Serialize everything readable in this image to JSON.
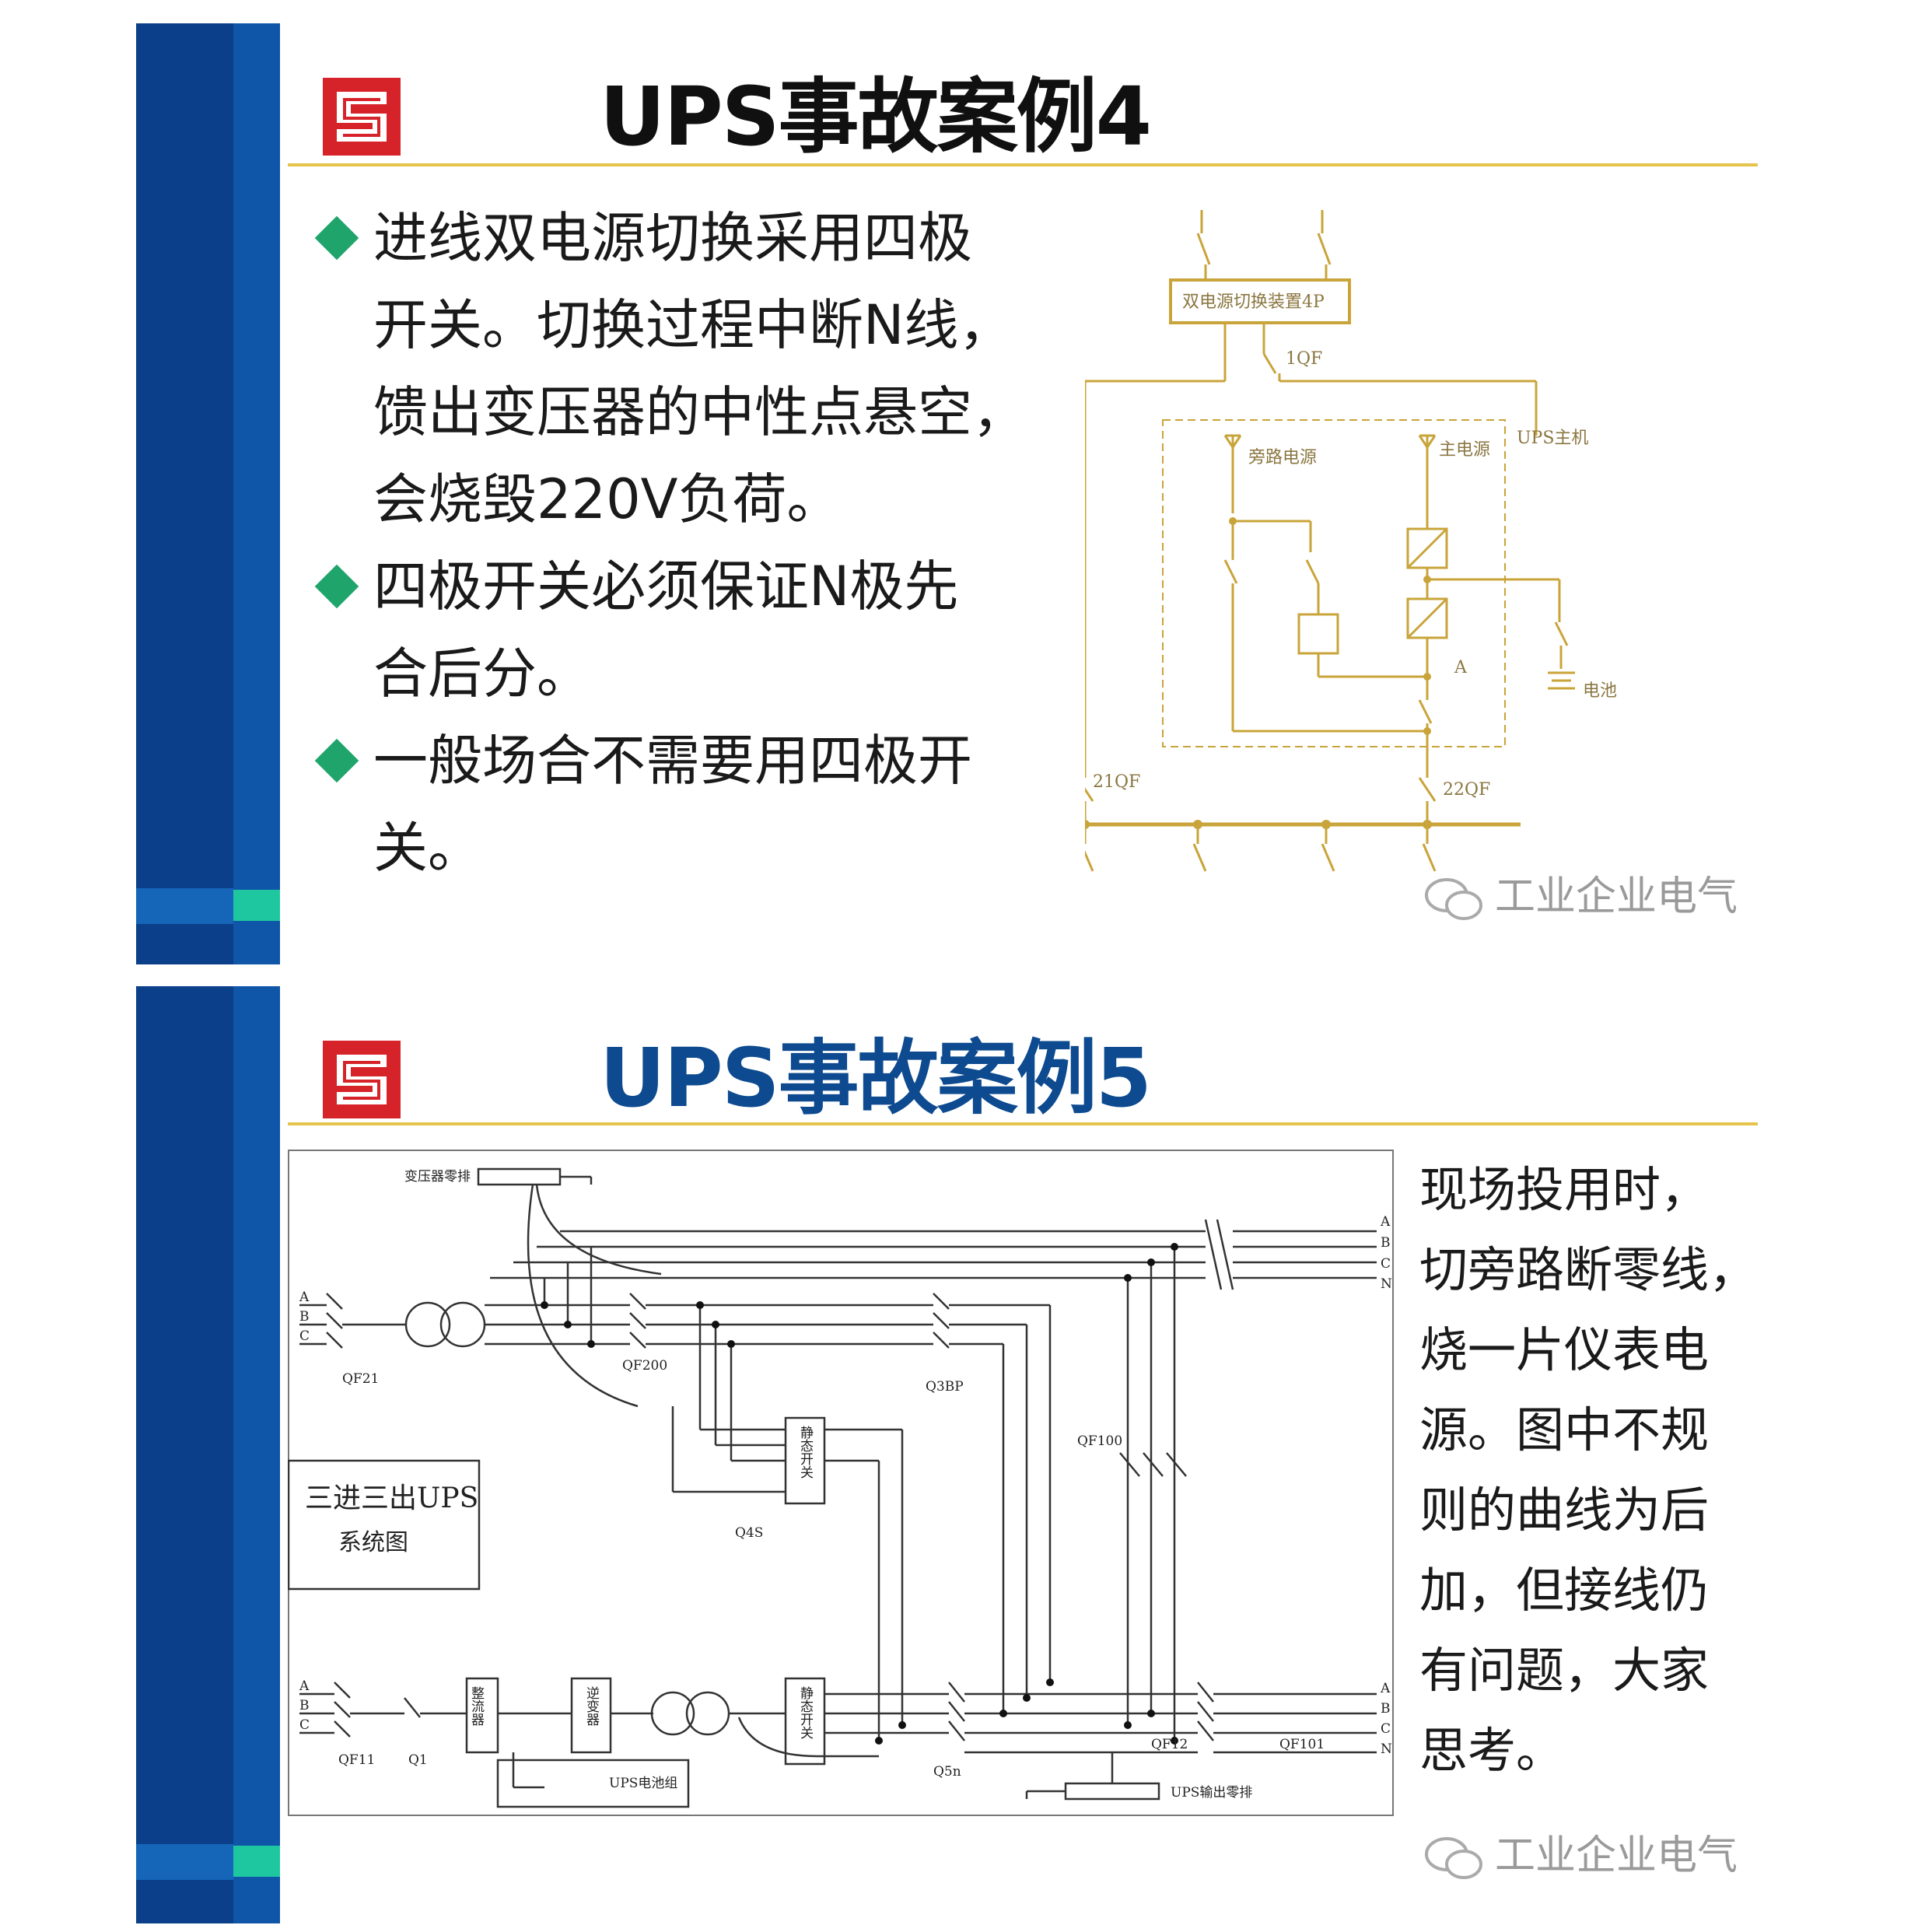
{
  "slide1": {
    "title": "UPS事故案例4",
    "bullets": [
      "进线双电源切换采用四极开关。切换过程中断N线，馈出变压器的中性点悬空，会烧毁220V负荷。",
      "四极开关必须保证N极先合后分。",
      "一般场合不需要用四极开关。"
    ],
    "bullet_lines": [
      [
        "进线双电源切换采用四极",
        "开关。切换过程中断N线，",
        "馈出变压器的中性点悬空，",
        "会烧毁220V负荷。"
      ],
      [
        "四极开关必须保证N极先",
        "合后分。"
      ],
      [
        "一般场合不需要用四极开",
        "关。"
      ]
    ],
    "diagram": {
      "switch_device": "双电源切换装置4P",
      "labels": {
        "qf1": "1QF",
        "ups_host": "UPS主机",
        "bypass": "旁路电源",
        "main": "主电源",
        "a": "A",
        "battery": "电池",
        "qf21": "21QF",
        "qf22": "22QF"
      }
    },
    "watermark": "工业企业电气"
  },
  "slide2": {
    "title": "UPS事故案例5",
    "text_lines": [
      "现场投用时，",
      "切旁路断零线，",
      "烧一片仪表电",
      "源。图中不规",
      "则的曲线为后",
      "加，但接线仍",
      "有问题，大家",
      "思考。"
    ],
    "diagram": {
      "box_title": "三进三出UPS",
      "box_subtitle": "系统图",
      "labels": {
        "transformer_zero": "变压器零排",
        "qf21": "QF21",
        "qf200": "QF200",
        "q3bp": "Q3BP",
        "q4s": "Q4S",
        "qf100": "QF100",
        "qf11": "QF11",
        "q1": "Q1",
        "q5n": "Q5n",
        "qf12": "QF12",
        "qf101": "QF101",
        "rectifier": "整流器",
        "inverter": "逆变器",
        "static_switch": "静态开关",
        "ups_battery": "UPS电池组",
        "ups_output_zero": "UPS输出零排"
      },
      "phases_in": [
        "A",
        "B",
        "C"
      ],
      "phases_out": [
        "A",
        "B",
        "C",
        "N"
      ]
    },
    "watermark": "工业企业电气"
  },
  "colors": {
    "band_dark": "#0b3f8a",
    "band_green": "#1ec7a0",
    "rule": "#e4c44a",
    "bullet": "#1fa56b",
    "logo_red": "#d6232a",
    "title2": "#0d4a8f",
    "diagram1": "#c9a43a"
  }
}
